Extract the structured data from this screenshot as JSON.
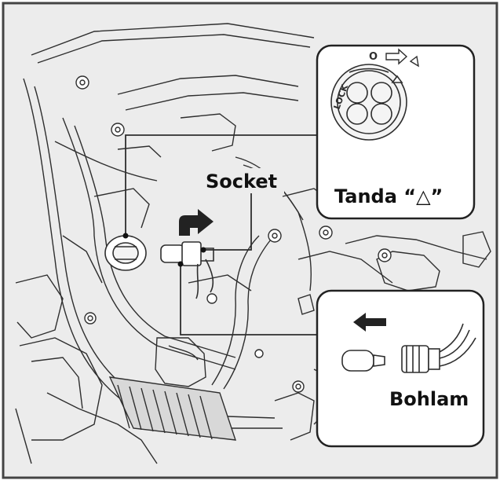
{
  "labels": {
    "socket": "Socket",
    "tanda": "Tanda “△”",
    "bohlam": "Bohlam",
    "lock": "LOCK",
    "open_mark": "O"
  },
  "colors": {
    "background": "#ececec",
    "line": "#2e2e2e",
    "inset_fill": "#ffffff",
    "frame": "#444444"
  },
  "icons": {
    "rotate_arrow": "curved-rotate-arrow-icon",
    "pull_arrow": "left-arrow-icon"
  }
}
